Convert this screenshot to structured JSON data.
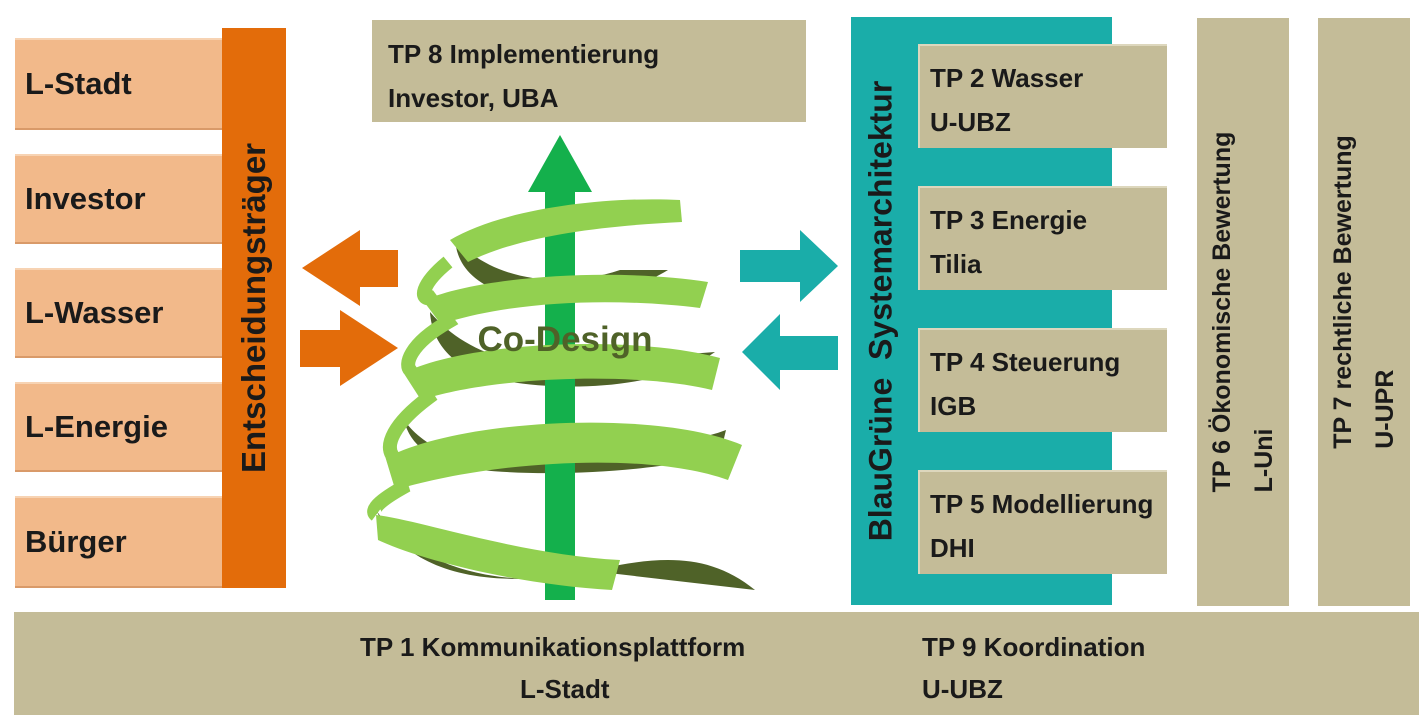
{
  "stakeholders": [
    "L-Stadt",
    "Investor",
    "L-Wasser",
    "L-Energie",
    "Bürger"
  ],
  "decision_bar": "Entscheidungsträger",
  "center": {
    "top_box": {
      "line1": "TP 8 Implementierung",
      "line2": "Investor, UBA"
    },
    "spiral_label": "Co-Design"
  },
  "system": {
    "bar_label": "BlauGrüne  Systemarchitektur",
    "items": [
      {
        "line1": "TP 2 Wasser",
        "line2": "U-UBZ"
      },
      {
        "line1": "TP 3 Energie",
        "line2": "Tilia"
      },
      {
        "line1": "TP 4 Steuerung",
        "line2": "IGB"
      },
      {
        "line1": "TP 5 Modellierung",
        "line2": "DHI"
      }
    ]
  },
  "side_columns": [
    {
      "line1": "TP 6 Ökonomische Bewertung",
      "line2": "L-Uni"
    },
    {
      "line1": "TP 7 rechtliche Bewertung",
      "line2": "U-UPR"
    }
  ],
  "bottom": {
    "left": {
      "line1": "TP 1 Kommunikationsplattform",
      "line2": "L-Stadt"
    },
    "right": {
      "line1": "TP 9 Koordination",
      "line2": "U-UBZ"
    }
  },
  "colors": {
    "stakeholder_fill": "#f2b98a",
    "decision_orange": "#e36c0a",
    "teal": "#1aada9",
    "beige": "#c4bc98",
    "arrow_green": "#14b04c",
    "spiral_light": "#92d050",
    "spiral_dark": "#4f6228"
  }
}
